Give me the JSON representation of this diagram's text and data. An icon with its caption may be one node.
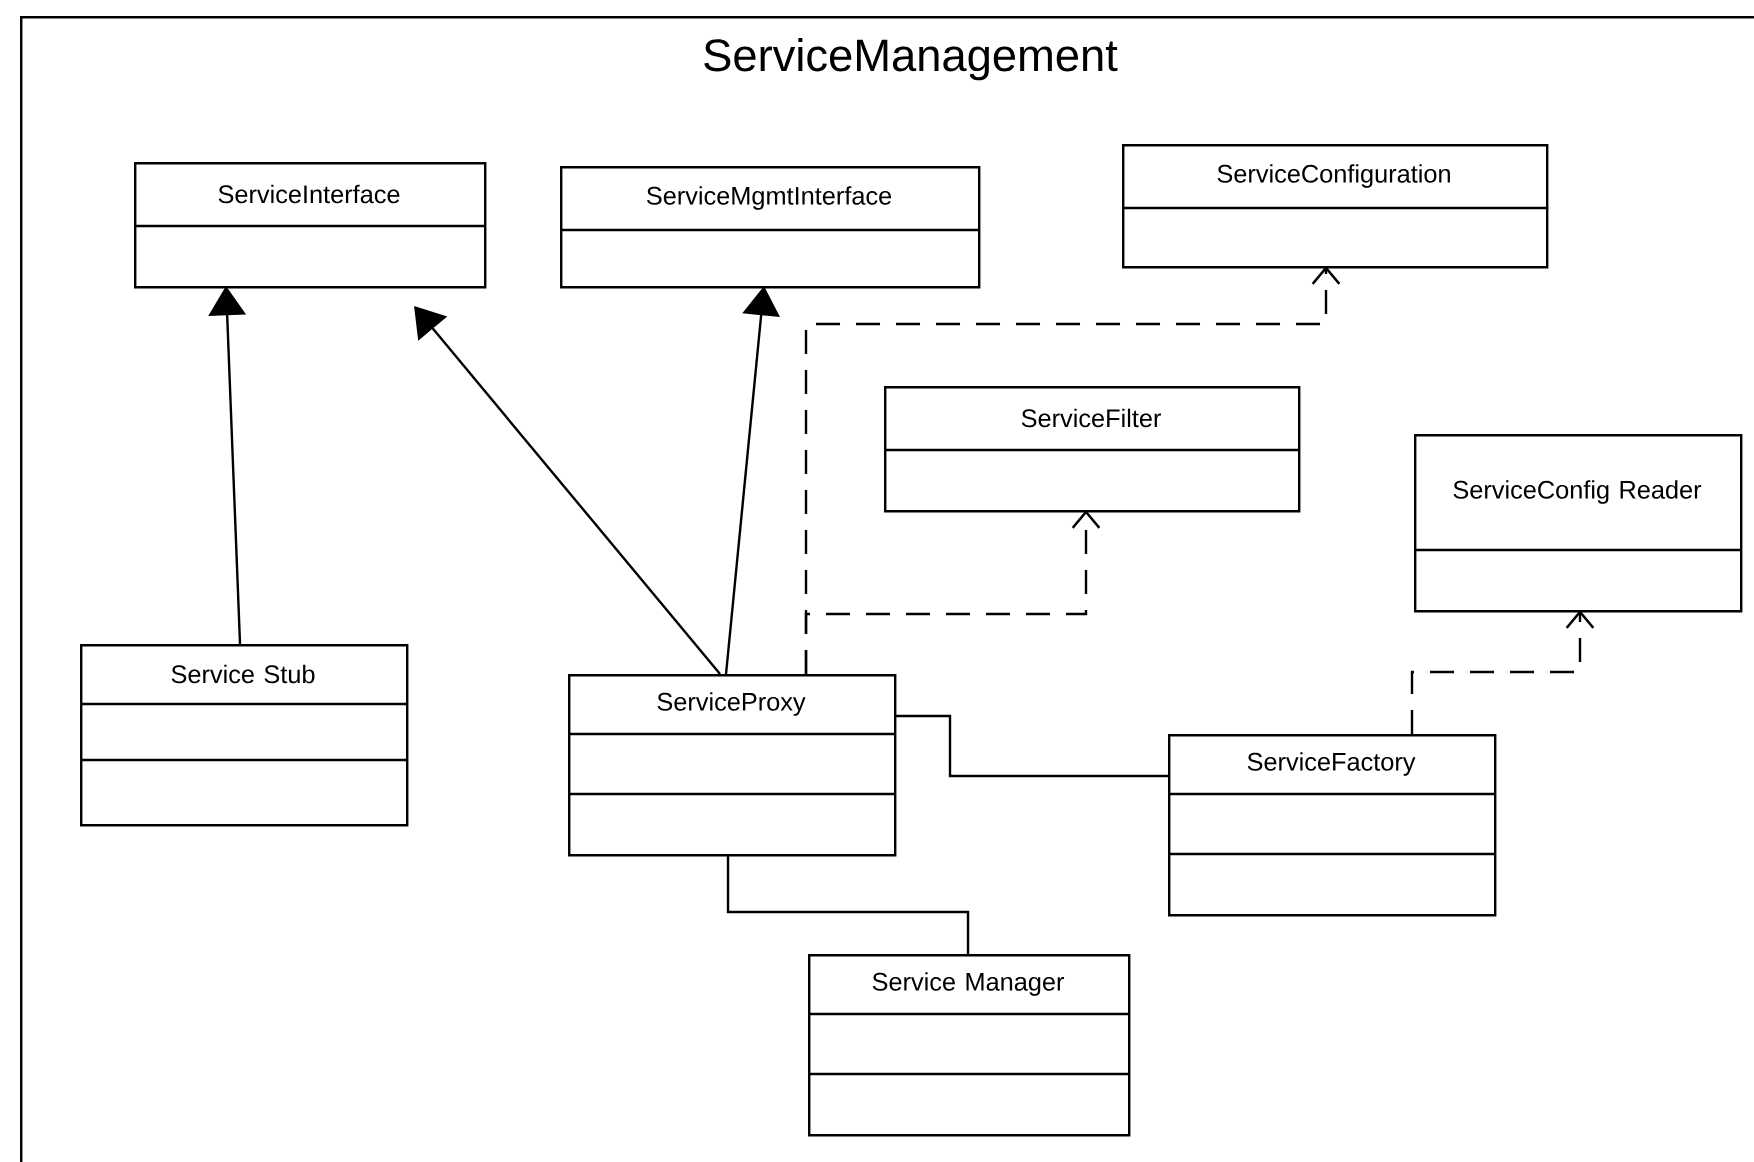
{
  "diagram": {
    "nodes": [
      {
        "text": [
          "ServiceManagement"
        ]
      },
      {
        "text": [
          "ServiceInterface"
        ],
        "in": 0
      },
      {
        "text": [
          "ServiceMgmtInterface"
        ],
        "in": 0
      },
      {
        "text": [
          "ServiceConfiguration"
        ],
        "in": 0
      },
      {
        "text": [
          "ServiceFilter"
        ],
        "in": 0
      },
      {
        "text": [
          "ServiceConfig Reader"
        ],
        "in": 0
      },
      {
        "text": [
          "Service Stub"
        ],
        "in": 0
      },
      {
        "text": [
          "ServiceProxy"
        ],
        "in": 0
      },
      {
        "text": [
          "ServiceFactory"
        ],
        "in": 0
      },
      {
        "text": [
          "Service Manager"
        ],
        "in": 0
      }
    ],
    "edges": [
      {
        "from": 6,
        "to": 1,
        "arrow": "to"
      },
      {
        "from": 7,
        "to": 1,
        "arrow": "to"
      },
      {
        "from": 7,
        "to": 2,
        "arrow": "to"
      },
      {
        "from": 7,
        "to": 3,
        "arrow": "to",
        "style": "dashed"
      },
      {
        "from": 7,
        "to": 4,
        "arrow": "to",
        "style": "dashed"
      },
      {
        "from": 8,
        "to": 5,
        "arrow": "to",
        "style": "dashed"
      },
      {
        "from": 7,
        "to": 8,
        "arrow": "none"
      },
      {
        "from": 7,
        "to": 9,
        "arrow": "none"
      }
    ]
  }
}
